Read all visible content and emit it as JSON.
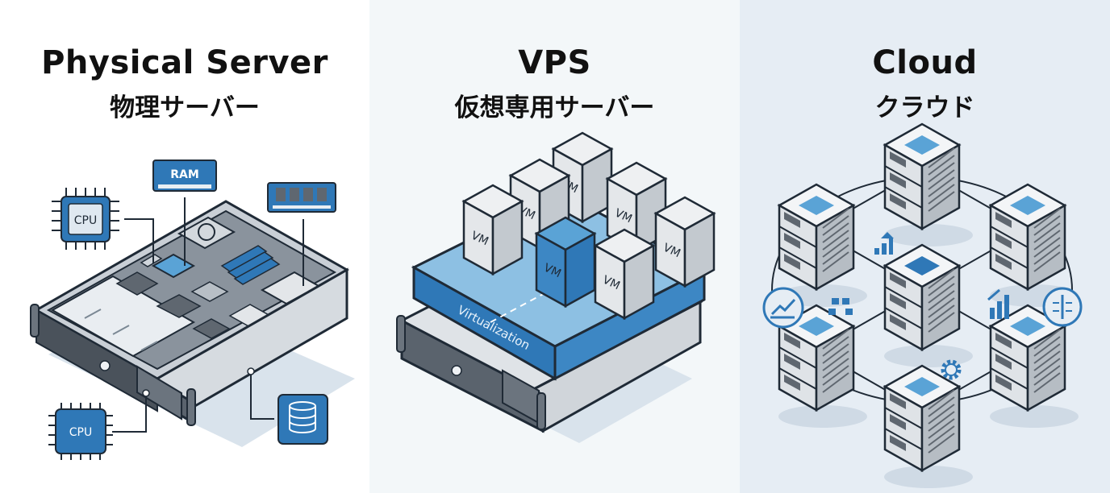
{
  "panels": [
    {
      "title_en": "Physical Server",
      "title_ja": "物理サーバー",
      "labels": {
        "cpu_top": "CPU",
        "ram": "RAM",
        "cpu_bottom": "CPU"
      },
      "icons": [
        "cpu-chip-icon",
        "ram-module-icon",
        "memory-module-icon",
        "cpu-chip-icon",
        "database-icon",
        "rack-server-icon"
      ]
    },
    {
      "title_en": "VPS",
      "title_ja": "仮想専用サーバー",
      "layer_label": "Virtualization",
      "vm_label": "VM",
      "vm_count": 7,
      "icons": [
        "vm-box-icon",
        "virtualization-layer-icon",
        "rack-server-icon"
      ]
    },
    {
      "title_en": "Cloud",
      "title_ja": "クラウド",
      "server_count": 7,
      "icons": [
        "growth-chart-icon",
        "modules-icon",
        "bar-chart-up-icon",
        "bar-chart-icon",
        "scale-icon",
        "gear-icon",
        "server-stack-icon"
      ]
    }
  ],
  "colors": {
    "accent_blue": "#2f78b7",
    "light_blue": "#5aa3d6",
    "outline": "#1f2a36",
    "panel_1_bg": "#ffffff",
    "panel_2_bg": "#f3f7f9",
    "panel_3_bg": "#e6edf4"
  }
}
